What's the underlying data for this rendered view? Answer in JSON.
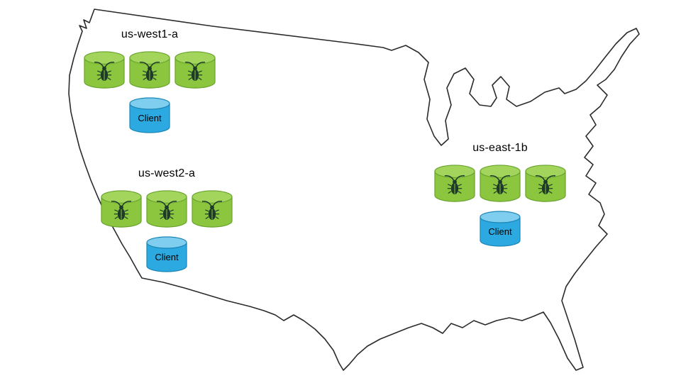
{
  "diagram": {
    "kind": "deployment-topology-over-us-map"
  },
  "regions": [
    {
      "id": "us-west1-a",
      "label": "us-west1-a",
      "node_count": 3,
      "node_icon": "cockroach-icon",
      "client_label": "Client"
    },
    {
      "id": "us-west2-a",
      "label": "us-west2-a",
      "node_count": 3,
      "node_icon": "cockroach-icon",
      "client_label": "Client"
    },
    {
      "id": "us-east-1b",
      "label": "us-east-1b",
      "node_count": 3,
      "node_icon": "cockroach-icon",
      "client_label": "Client"
    }
  ],
  "colors": {
    "background": "#ffffff",
    "map_stroke": "#2b2b2b",
    "node_fill": "#8CC63F",
    "node_top": "#A3D55D",
    "node_stroke": "#67A22D",
    "bug_color": "#1E3B2A",
    "client_fill": "#2BA9E0",
    "client_top": "#7FCDEF",
    "client_stroke": "#1B85B5",
    "label_color": "#000000"
  }
}
